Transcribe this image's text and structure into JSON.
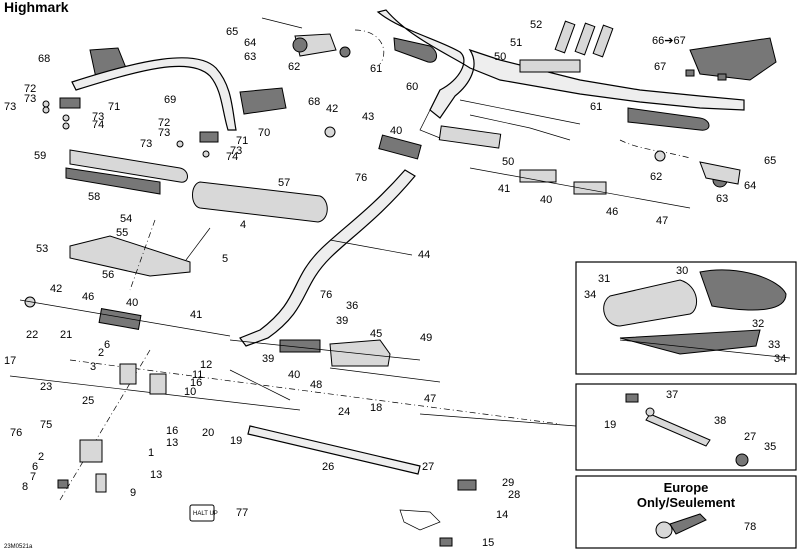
{
  "title": "Highmark",
  "diagram_code": "23M0521a",
  "europe_box": {
    "line1": "Europe",
    "line2": "Only/Seulement"
  },
  "halt_label": "HALT UP",
  "callouts": [
    {
      "id": "c-65-top",
      "text": "65"
    },
    {
      "id": "c-64-top",
      "text": "64"
    },
    {
      "id": "c-63-top",
      "text": "63"
    },
    {
      "id": "c-62-top",
      "text": "62"
    },
    {
      "id": "c-61-top",
      "text": "61"
    },
    {
      "id": "c-52",
      "text": "52"
    },
    {
      "id": "c-51",
      "text": "51"
    },
    {
      "id": "c-50-top",
      "text": "50"
    },
    {
      "id": "c-66-67",
      "text": "66➔67"
    },
    {
      "id": "c-67",
      "text": "67"
    },
    {
      "id": "c-68-left",
      "text": "68"
    },
    {
      "id": "c-72-a",
      "text": "72"
    },
    {
      "id": "c-73-a",
      "text": "73"
    },
    {
      "id": "c-73-b",
      "text": "73"
    },
    {
      "id": "c-71-a",
      "text": "71"
    },
    {
      "id": "c-73-c",
      "text": "73"
    },
    {
      "id": "c-74-a",
      "text": "74"
    },
    {
      "id": "c-69",
      "text": "69"
    },
    {
      "id": "c-68-mid",
      "text": "68"
    },
    {
      "id": "c-42-top",
      "text": "42"
    },
    {
      "id": "c-43",
      "text": "43"
    },
    {
      "id": "c-60",
      "text": "60"
    },
    {
      "id": "c-61-right",
      "text": "61"
    },
    {
      "id": "c-72-b",
      "text": "72"
    },
    {
      "id": "c-73-d",
      "text": "73"
    },
    {
      "id": "c-70",
      "text": "70"
    },
    {
      "id": "c-71-b",
      "text": "71"
    },
    {
      "id": "c-73-e",
      "text": "73"
    },
    {
      "id": "c-73-f",
      "text": "73"
    },
    {
      "id": "c-74-b",
      "text": "74"
    },
    {
      "id": "c-40-top",
      "text": "40"
    },
    {
      "id": "c-59",
      "text": "59"
    },
    {
      "id": "c-50-mid",
      "text": "50"
    },
    {
      "id": "c-76-a",
      "text": "76"
    },
    {
      "id": "c-57",
      "text": "57"
    },
    {
      "id": "c-41-mid",
      "text": "41"
    },
    {
      "id": "c-40-mid",
      "text": "40"
    },
    {
      "id": "c-46-right",
      "text": "46"
    },
    {
      "id": "c-62-right",
      "text": "62"
    },
    {
      "id": "c-65-right",
      "text": "65"
    },
    {
      "id": "c-64-right",
      "text": "64"
    },
    {
      "id": "c-63-right",
      "text": "63"
    },
    {
      "id": "c-58",
      "text": "58"
    },
    {
      "id": "c-47-right",
      "text": "47"
    },
    {
      "id": "c-54",
      "text": "54"
    },
    {
      "id": "c-55",
      "text": "55"
    },
    {
      "id": "c-4",
      "text": "4"
    },
    {
      "id": "c-53",
      "text": "53"
    },
    {
      "id": "c-44",
      "text": "44"
    },
    {
      "id": "c-5",
      "text": "5"
    },
    {
      "id": "c-56",
      "text": "56"
    },
    {
      "id": "c-42-left",
      "text": "42"
    },
    {
      "id": "c-46-left",
      "text": "46"
    },
    {
      "id": "c-40-left",
      "text": "40"
    },
    {
      "id": "c-76-b",
      "text": "76"
    },
    {
      "id": "c-36",
      "text": "36"
    },
    {
      "id": "c-39-a",
      "text": "39"
    },
    {
      "id": "c-41-left",
      "text": "41"
    },
    {
      "id": "c-22",
      "text": "22"
    },
    {
      "id": "c-21",
      "text": "21"
    },
    {
      "id": "c-45",
      "text": "45"
    },
    {
      "id": "c-49",
      "text": "49"
    },
    {
      "id": "c-6-top",
      "text": "6"
    },
    {
      "id": "c-2-top",
      "text": "2"
    },
    {
      "id": "c-39-b",
      "text": "39"
    },
    {
      "id": "c-17",
      "text": "17"
    },
    {
      "id": "c-3",
      "text": "3"
    },
    {
      "id": "c-12",
      "text": "12"
    },
    {
      "id": "c-11",
      "text": "11"
    },
    {
      "id": "c-40-low",
      "text": "40"
    },
    {
      "id": "c-16-a",
      "text": "16"
    },
    {
      "id": "c-48",
      "text": "48"
    },
    {
      "id": "c-23",
      "text": "23"
    },
    {
      "id": "c-10",
      "text": "10"
    },
    {
      "id": "c-47-low",
      "text": "47"
    },
    {
      "id": "c-25",
      "text": "25"
    },
    {
      "id": "c-24",
      "text": "24"
    },
    {
      "id": "c-18",
      "text": "18"
    },
    {
      "id": "c-75",
      "text": "75"
    },
    {
      "id": "c-16-b",
      "text": "16"
    },
    {
      "id": "c-20",
      "text": "20"
    },
    {
      "id": "c-13-a",
      "text": "13"
    },
    {
      "id": "c-19-a",
      "text": "19"
    },
    {
      "id": "c-76-c",
      "text": "76"
    },
    {
      "id": "c-1",
      "text": "1"
    },
    {
      "id": "c-2-low",
      "text": "2"
    },
    {
      "id": "c-26",
      "text": "26"
    },
    {
      "id": "c-6-low",
      "text": "6"
    },
    {
      "id": "c-13-b",
      "text": "13"
    },
    {
      "id": "c-7",
      "text": "7"
    },
    {
      "id": "c-27-low",
      "text": "27"
    },
    {
      "id": "c-8",
      "text": "8"
    },
    {
      "id": "c-9",
      "text": "9"
    },
    {
      "id": "c-29",
      "text": "29"
    },
    {
      "id": "c-28",
      "text": "28"
    },
    {
      "id": "c-77",
      "text": "77"
    },
    {
      "id": "c-14",
      "text": "14"
    },
    {
      "id": "c-15",
      "text": "15"
    },
    {
      "id": "c-30",
      "text": "30"
    },
    {
      "id": "c-31",
      "text": "31"
    },
    {
      "id": "c-34-a",
      "text": "34"
    },
    {
      "id": "c-32",
      "text": "32"
    },
    {
      "id": "c-33",
      "text": "33"
    },
    {
      "id": "c-34-b",
      "text": "34"
    },
    {
      "id": "c-37",
      "text": "37"
    },
    {
      "id": "c-19-b",
      "text": "19"
    },
    {
      "id": "c-38",
      "text": "38"
    },
    {
      "id": "c-27-box",
      "text": "27"
    },
    {
      "id": "c-35",
      "text": "35"
    },
    {
      "id": "c-78",
      "text": "78"
    }
  ]
}
